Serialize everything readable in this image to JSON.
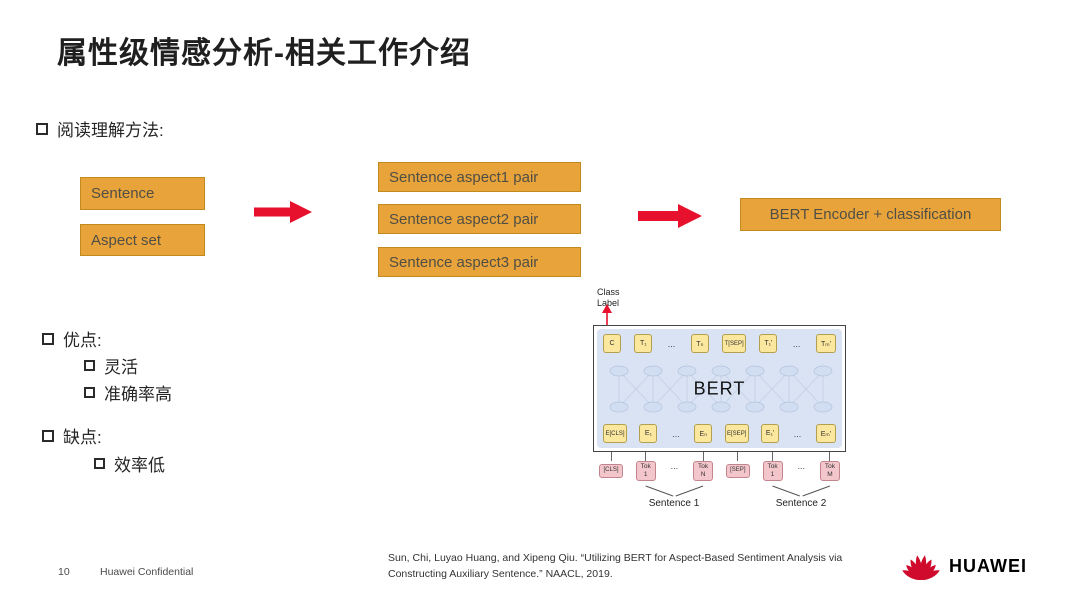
{
  "slide": {
    "title": "属性级情感分析-相关工作介绍",
    "method_label": "阅读理解方法:",
    "flow": {
      "inputs": [
        "Sentence",
        "Aspect set"
      ],
      "pairs": [
        "Sentence aspect1 pair",
        "Sentence aspect2 pair",
        "Sentence aspect3 pair"
      ],
      "output": "BERT Encoder + classification"
    },
    "pros": {
      "label": "优点:",
      "items": [
        "灵活",
        "准确率高"
      ]
    },
    "cons": {
      "label": "缺点:",
      "items": [
        "效率低"
      ]
    },
    "figure": {
      "class_label": "Class\nLabel",
      "model_name": "BERT",
      "top_tokens": [
        "C",
        "T₁",
        "...",
        "Tₙ",
        "T[SEP]",
        "T₁'",
        "...",
        "Tₘ'"
      ],
      "embed_tokens": [
        "E[CLS]",
        "E₁",
        "...",
        "Eₙ",
        "E[SEP]",
        "E₁'",
        "...",
        "Eₘ'"
      ],
      "input_tokens": [
        "[CLS]",
        "Tok\n1",
        "...",
        "Tok\nN",
        "[SEP]",
        "Tok\n1",
        "...",
        "Tok\nM"
      ],
      "sentence1_label": "Sentence 1",
      "sentence2_label": "Sentence 2"
    },
    "footer": {
      "page_number": "10",
      "confidential": "Huawei Confidential",
      "citation_line1": "Sun, Chi, Luyao Huang, and Xipeng Qiu. “Utilizing BERT for Aspect-Based Sentiment Analysis via",
      "citation_line2": "Constructing Auxiliary Sentence.” NAACL, 2019.",
      "brand": "HUAWEI"
    },
    "colors": {
      "accent_orange": "#E9A33B",
      "accent_red": "#E8112D",
      "bert_panel_blue": "#DAE3F3",
      "token_yellow": "#FCE79E",
      "token_pink": "#F3C6CB",
      "huawei_red": "#CF0A2C"
    }
  }
}
